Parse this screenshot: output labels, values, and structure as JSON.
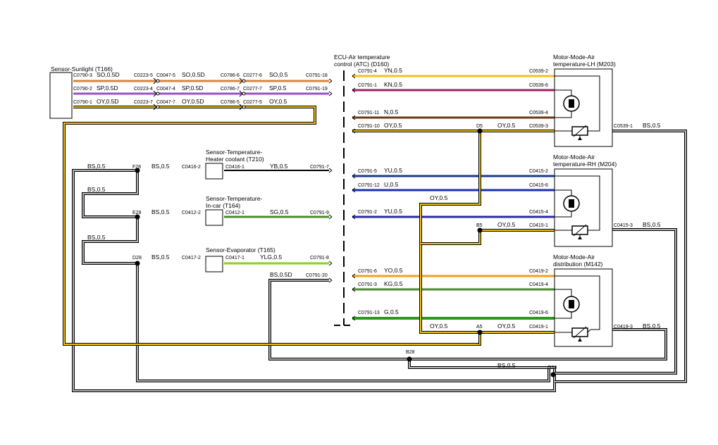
{
  "components": {
    "sunlight": "Sensor-Sunlight (T166)",
    "ecu": [
      "ECU-Air temperature",
      "control (ATC) (D160)"
    ],
    "heater_coolant": [
      "Sensor-Temperature-",
      "Heater coolant (T210)"
    ],
    "in_car": [
      "Sensor-Temperature-",
      "In-car (T164)"
    ],
    "evaporator": "Sensor-Evaporator (T165)",
    "motor_lh": [
      "Motor-Mode-Air",
      "temperature-LH (M203)"
    ],
    "motor_rh": [
      "Motor-Mode-Air",
      "temperature-RH (M204)"
    ],
    "motor_dist": [
      "Motor-Mode-Air",
      "distribution (M142)"
    ]
  },
  "connectors": {
    "c0790_3": "C0790-3",
    "c0790_2": "C0790-2",
    "c0790_1": "C0790-1",
    "c0223_5": "C0223-5",
    "c0047_5": "C0047-5",
    "c0223_4": "C0223-4",
    "c0047_4": "C0047-4",
    "c0223_7": "C0223-7",
    "c0047_7": "C0047-7",
    "c0786_6": "C0786-6",
    "c0277_6": "C0277-6",
    "c0786_7": "C0786-7",
    "c0277_7": "C0277-7",
    "c0786_5": "C0786-5",
    "c0277_5": "C0277-5",
    "c0791_18": "C0791-18",
    "c0791_19": "C0791-19",
    "c0416_2": "C0416-2",
    "c0416_1": "C0416-1",
    "c0791_7": "C0791-7",
    "c0412_2": "C0412-2",
    "c0412_1": "C0412-1",
    "c0791_9": "C0791-9",
    "c0417_2": "C0417-2",
    "c0417_1": "C0417-1",
    "c0791_8": "C0791-8",
    "c0791_20": "C0791-20",
    "c0791_4": "C0791-4",
    "c0791_1": "C0791-1",
    "c0791_11": "C0791-11",
    "c0791_10": "C0791-10",
    "c0791_5": "C0791-5",
    "c0791_12": "C0791-12",
    "c0791_2": "C0791-2",
    "c0791_6": "C0791-6",
    "c0791_3": "C0791-3",
    "c0791_13": "C0791-13",
    "c0539_2": "C0539-2",
    "c0539_6": "C0539-6",
    "c0539_4": "C0539-4",
    "c0539_3": "C0539-3",
    "c0539_1": "C0539-1",
    "c0415_2": "C0415-2",
    "c0415_6": "C0415-6",
    "c0415_4": "C0415-4",
    "c0415_1": "C0415-1",
    "c0415_3": "C0415-3",
    "c0419_2": "C0419-2",
    "c0419_4": "C0419-4",
    "c0419_6": "C0419-6",
    "c0419_1": "C0419-1",
    "c0419_3": "C0419-3"
  },
  "splices": {
    "f28": "F28",
    "e28": "E28",
    "d28": "D28",
    "d5": "D5",
    "b5": "B5",
    "a5": "A5",
    "b28": "B28",
    "g28": "G28"
  },
  "wires": {
    "so_05d": "SO,0.5D",
    "so_05": "SO,0.5",
    "sp_05d": "SP,0.5D",
    "sp_05": "SP,0.5",
    "oy_05d": "OY,0.5D",
    "oy_05": "OY,0.5",
    "bs_05": "BS,0.5",
    "bs_05d": "BS,0.5D",
    "yb_05": "YB,0.5",
    "sg_05": "SG,0.5",
    "ylg_05": "YLG,0.5",
    "yn_05": "YN,0.5",
    "kn_05": "KN,0.5",
    "n_05": "N,0.5",
    "yu_05": "YU,0.5",
    "u_05": "U,0.5",
    "yu2_05": "YU,0.5",
    "yo_05": "YO,0.5",
    "kg_05": "KG,0.5",
    "g_05": "G,0.5"
  },
  "colors": {
    "orange": "#d9853a",
    "purple": "#9a50c8",
    "yellow": "#f2c21a",
    "magenta": "#a02060",
    "brown": "#6a3a16",
    "navy": "#1a3a8c",
    "blue": "#1a2fb0",
    "indigo": "#2a2aa8",
    "green_dark": "#4a8a2a",
    "green_light": "#8ad21a",
    "green": "#2a9a1a",
    "gray": "#888888"
  }
}
